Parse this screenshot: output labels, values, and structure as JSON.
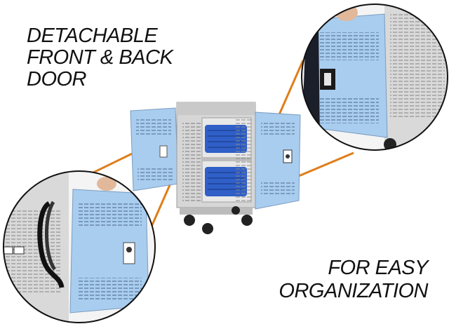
{
  "headline": {
    "line1": "DETACHABLE",
    "line2": "FRONT & BACK",
    "line3": "DOOR"
  },
  "tagline": {
    "line1": "FOR EASY",
    "line2": "ORGANIZATION"
  },
  "colors": {
    "door_blue": "#a9cdef",
    "cart_gray": "#d6d6d6",
    "bin_blue": "#2f5fc7",
    "callout_line": "#e07d1a",
    "circle_border": "#111111"
  },
  "icons": [
    "cart-icon",
    "door-lock-icon",
    "caster-wheel-icon",
    "power-cord-icon"
  ]
}
